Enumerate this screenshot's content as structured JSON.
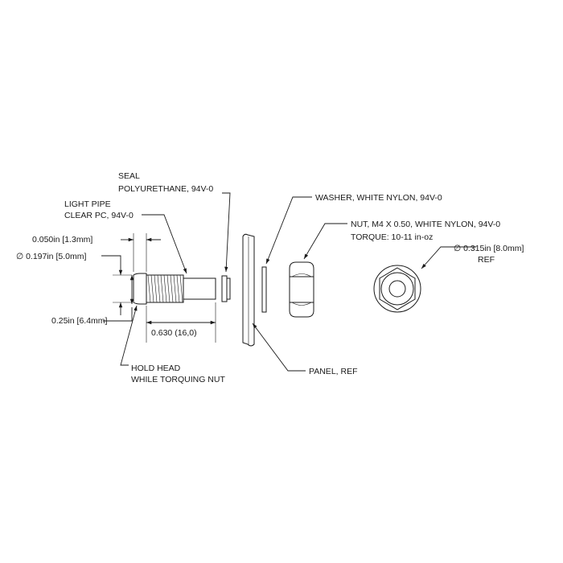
{
  "labels": {
    "seal_line1": "SEAL",
    "seal_line2": "POLYURETHANE, 94V-0",
    "light_pipe_line1": "LIGHT PIPE",
    "light_pipe_line2": "CLEAR PC, 94V-0",
    "washer": "WASHER, WHITE NYLON, 94V-0",
    "nut_line1": "NUT, M4 X 0.50, WHITE NYLON, 94V-0",
    "nut_line2": "TORQUE: 10-11 in-oz",
    "hold_line1": "HOLD HEAD",
    "hold_line2": "WHILE TORQUING NUT",
    "panel": "PANEL, REF"
  },
  "dimensions": {
    "head_thickness": "0.050in",
    "head_thickness_mm": "1.3mm",
    "diameter": "0.197in",
    "diameter_mm": "5.0mm",
    "head_height": "0.25in",
    "head_height_mm": "6.4mm",
    "length": "0.630 (16,0)",
    "nut_diameter": "0.315in",
    "nut_diameter_mm": "8.0mm",
    "nut_ref": "REF",
    "diameter_symbol": "∅"
  }
}
